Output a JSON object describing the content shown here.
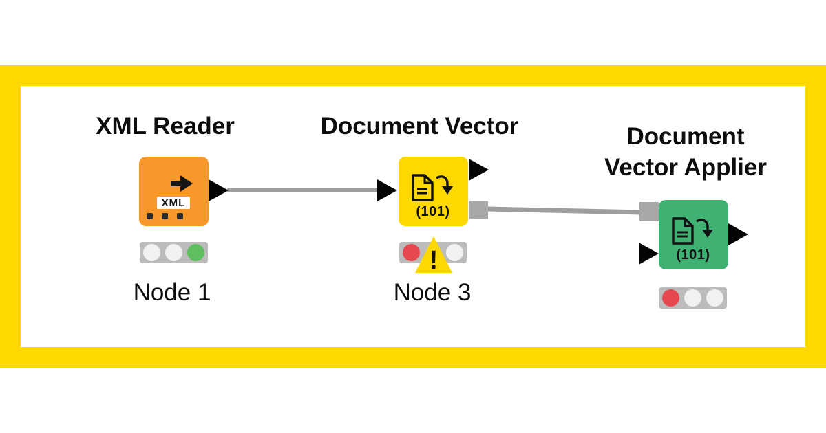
{
  "card": {
    "frame_color": "#FFD800",
    "background_color": "#FFFFFF"
  },
  "workflow": {
    "connection_color": "#9E9E9E",
    "port_gray": "#A7A7A7",
    "port_black": "#050505",
    "warning_color": "#FFD800",
    "warning_glyph": "!",
    "nodes": [
      {
        "title": "XML Reader",
        "label": "Node 1",
        "color": "#F8982A",
        "icon": "xml-reader-icon",
        "icon_text": "XML",
        "lights": [
          "off",
          "off",
          "green"
        ]
      },
      {
        "title": "Document Vector",
        "label": "Node 3",
        "color": "#FFD800",
        "icon": "document-vector-icon",
        "icon_text": "(101)",
        "lights": [
          "red",
          "warning",
          "off"
        ]
      },
      {
        "title": "Document Vector Applier",
        "label": "",
        "color": "#3FB273",
        "icon": "document-vector-icon",
        "icon_text": "(101)",
        "lights": [
          "red",
          "off",
          "off"
        ]
      }
    ]
  },
  "status_colors": {
    "off": "#F1F1F1",
    "green": "#5FBE5F",
    "red": "#E5484F",
    "bar": "#BCBCBC"
  }
}
